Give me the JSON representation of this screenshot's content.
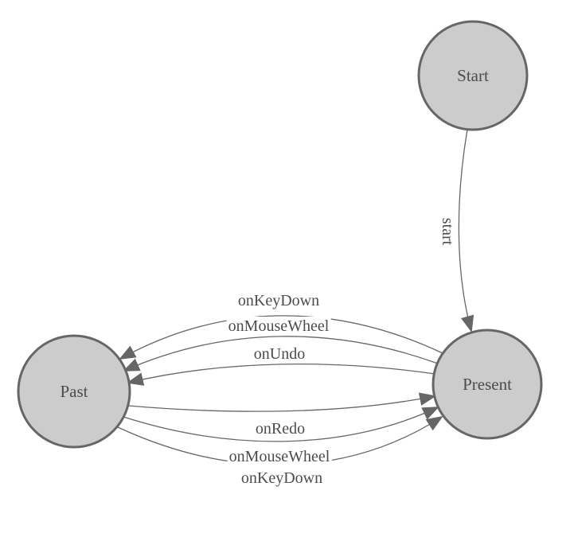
{
  "diagram": {
    "type": "state-machine",
    "background_color": "#ffffff",
    "node_fill_color": "#cccccc",
    "node_border_color": "#666666",
    "edge_line_color": "#666666",
    "arrowhead_color": "#666666",
    "text_color": "#4c4c4c",
    "nodes": [
      {
        "id": "start",
        "label": "Start"
      },
      {
        "id": "present",
        "label": "Present"
      },
      {
        "id": "past",
        "label": "Past"
      }
    ],
    "edges": [
      {
        "from": "start",
        "to": "present",
        "label": "start"
      },
      {
        "from": "present",
        "to": "past",
        "label": "onKeyDown"
      },
      {
        "from": "present",
        "to": "past",
        "label": "onMouseWheel"
      },
      {
        "from": "present",
        "to": "past",
        "label": "onUndo"
      },
      {
        "from": "past",
        "to": "present",
        "label": "onRedo"
      },
      {
        "from": "past",
        "to": "present",
        "label": "onMouseWheel"
      },
      {
        "from": "past",
        "to": "present",
        "label": "onKeyDown"
      }
    ]
  }
}
